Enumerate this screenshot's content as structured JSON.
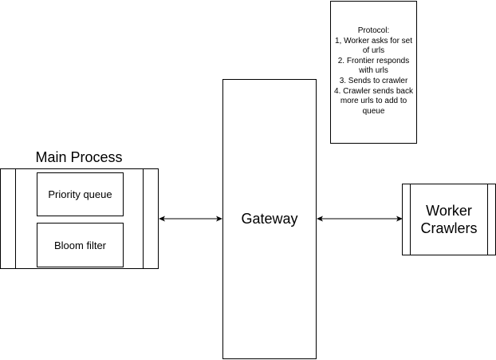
{
  "protocol_note": {
    "title": "Protocol:",
    "lines": [
      "1, Worker asks for set of urls",
      "2. Frontier responds with urls",
      "3. Sends to crawler",
      "4. Crawler sends back more urls to add to queue"
    ]
  },
  "main_process": {
    "title": "Main Process",
    "components": [
      "Priority queue",
      "Bloom filter"
    ]
  },
  "gateway": {
    "label": "Gateway"
  },
  "worker": {
    "label_line1": "Worker",
    "label_line2": "Crawlers"
  }
}
